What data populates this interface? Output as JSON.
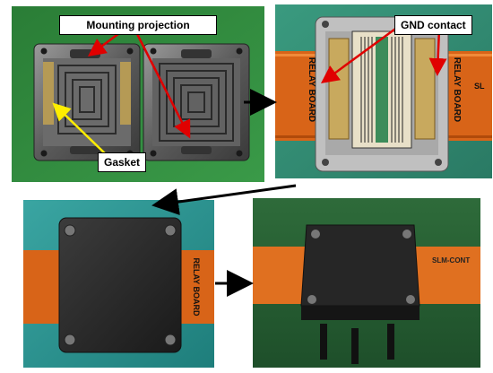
{
  "callouts": {
    "mounting_projection": "Mounting projection",
    "gasket": "Gasket",
    "gnd_contact": "GND contact"
  },
  "board_labels": {
    "relay_board_left": "RELAY BOARD",
    "relay_board_right": "RELAY BOARD",
    "slm_fragment": "SL",
    "slm_cont": "SLM-CONT",
    "relay_mirror": "RELAY BOARD"
  },
  "colors": {
    "green_bg": "#2f8a3c",
    "teal_bg": "#2b8f8a",
    "flex_orange": "#e06a1a",
    "arrow_red": "#e00000",
    "arrow_yellow": "#ffee00",
    "arrow_black": "#000000"
  }
}
